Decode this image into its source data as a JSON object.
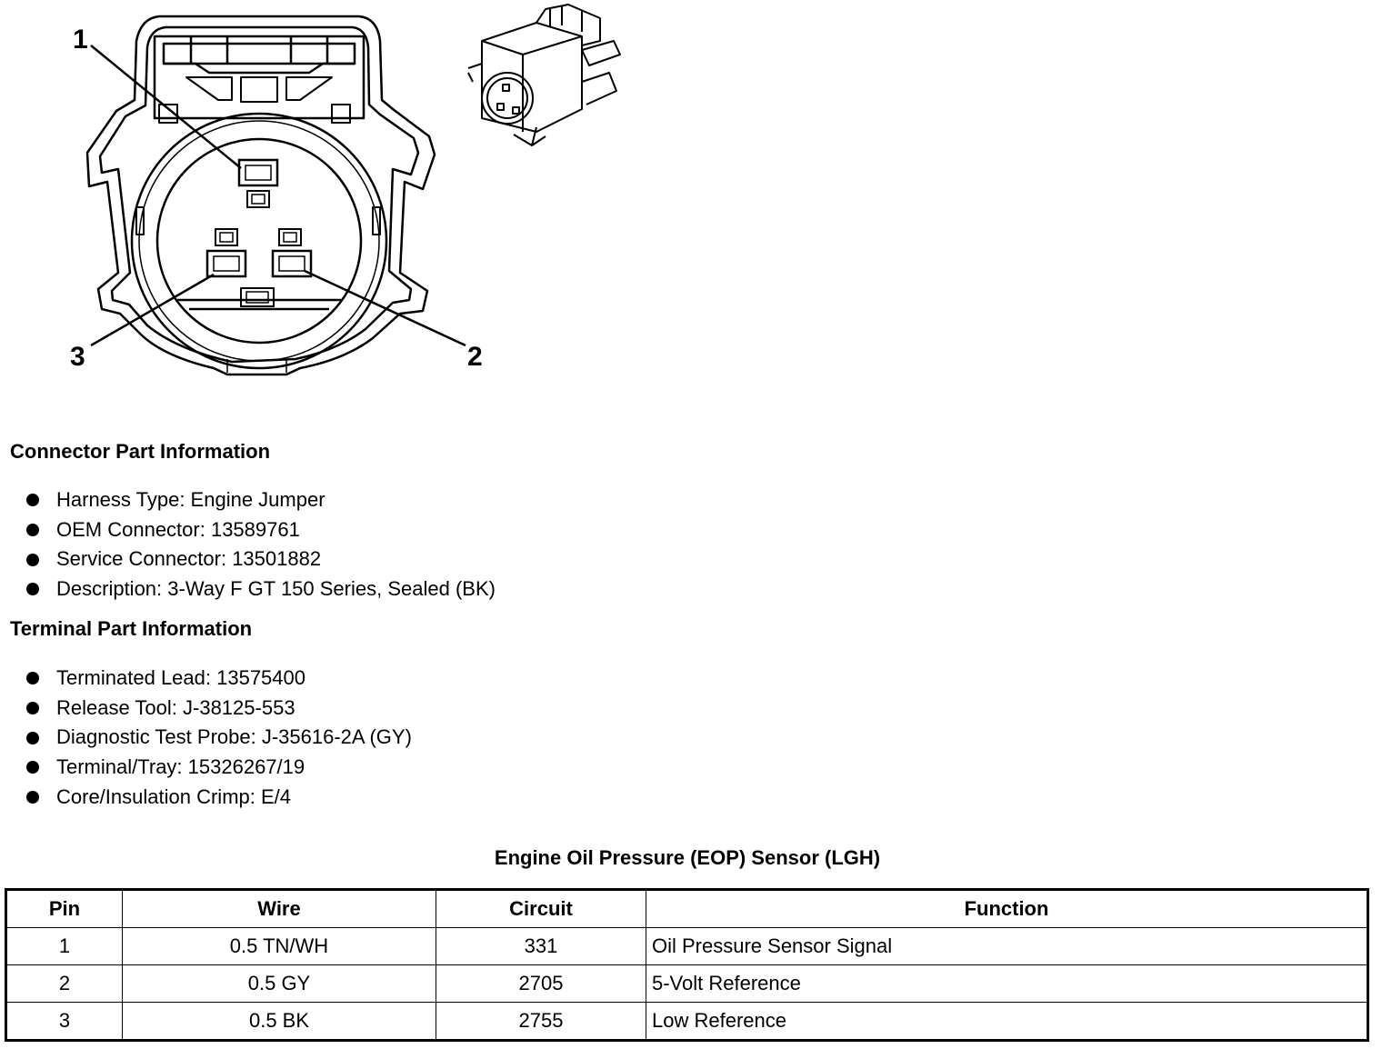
{
  "diagram": {
    "callouts": [
      "1",
      "2",
      "3"
    ]
  },
  "connector_info": {
    "heading": "Connector Part Information",
    "items": [
      "Harness Type: Engine Jumper",
      "OEM Connector: 13589761",
      "Service Connector: 13501882",
      "Description: 3-Way F GT 150 Series, Sealed (BK)"
    ]
  },
  "terminal_info": {
    "heading": "Terminal Part Information",
    "items": [
      "Terminated Lead: 13575400",
      "Release Tool: J-38125-553",
      "Diagnostic Test Probe: J-35616-2A (GY)",
      "Terminal/Tray: 15326267/19",
      "Core/Insulation Crimp: E/4"
    ]
  },
  "pin_table": {
    "title": "Engine Oil Pressure (EOP) Sensor (LGH)",
    "headers": [
      "Pin",
      "Wire",
      "Circuit",
      "Function"
    ],
    "rows": [
      [
        "1",
        "0.5 TN/WH",
        "331",
        "Oil Pressure Sensor Signal"
      ],
      [
        "2",
        "0.5 GY",
        "2705",
        "5-Volt Reference"
      ],
      [
        "3",
        "0.5 BK",
        "2755",
        "Low Reference"
      ]
    ]
  },
  "colors": {
    "ink": "#000000",
    "background": "#ffffff"
  }
}
